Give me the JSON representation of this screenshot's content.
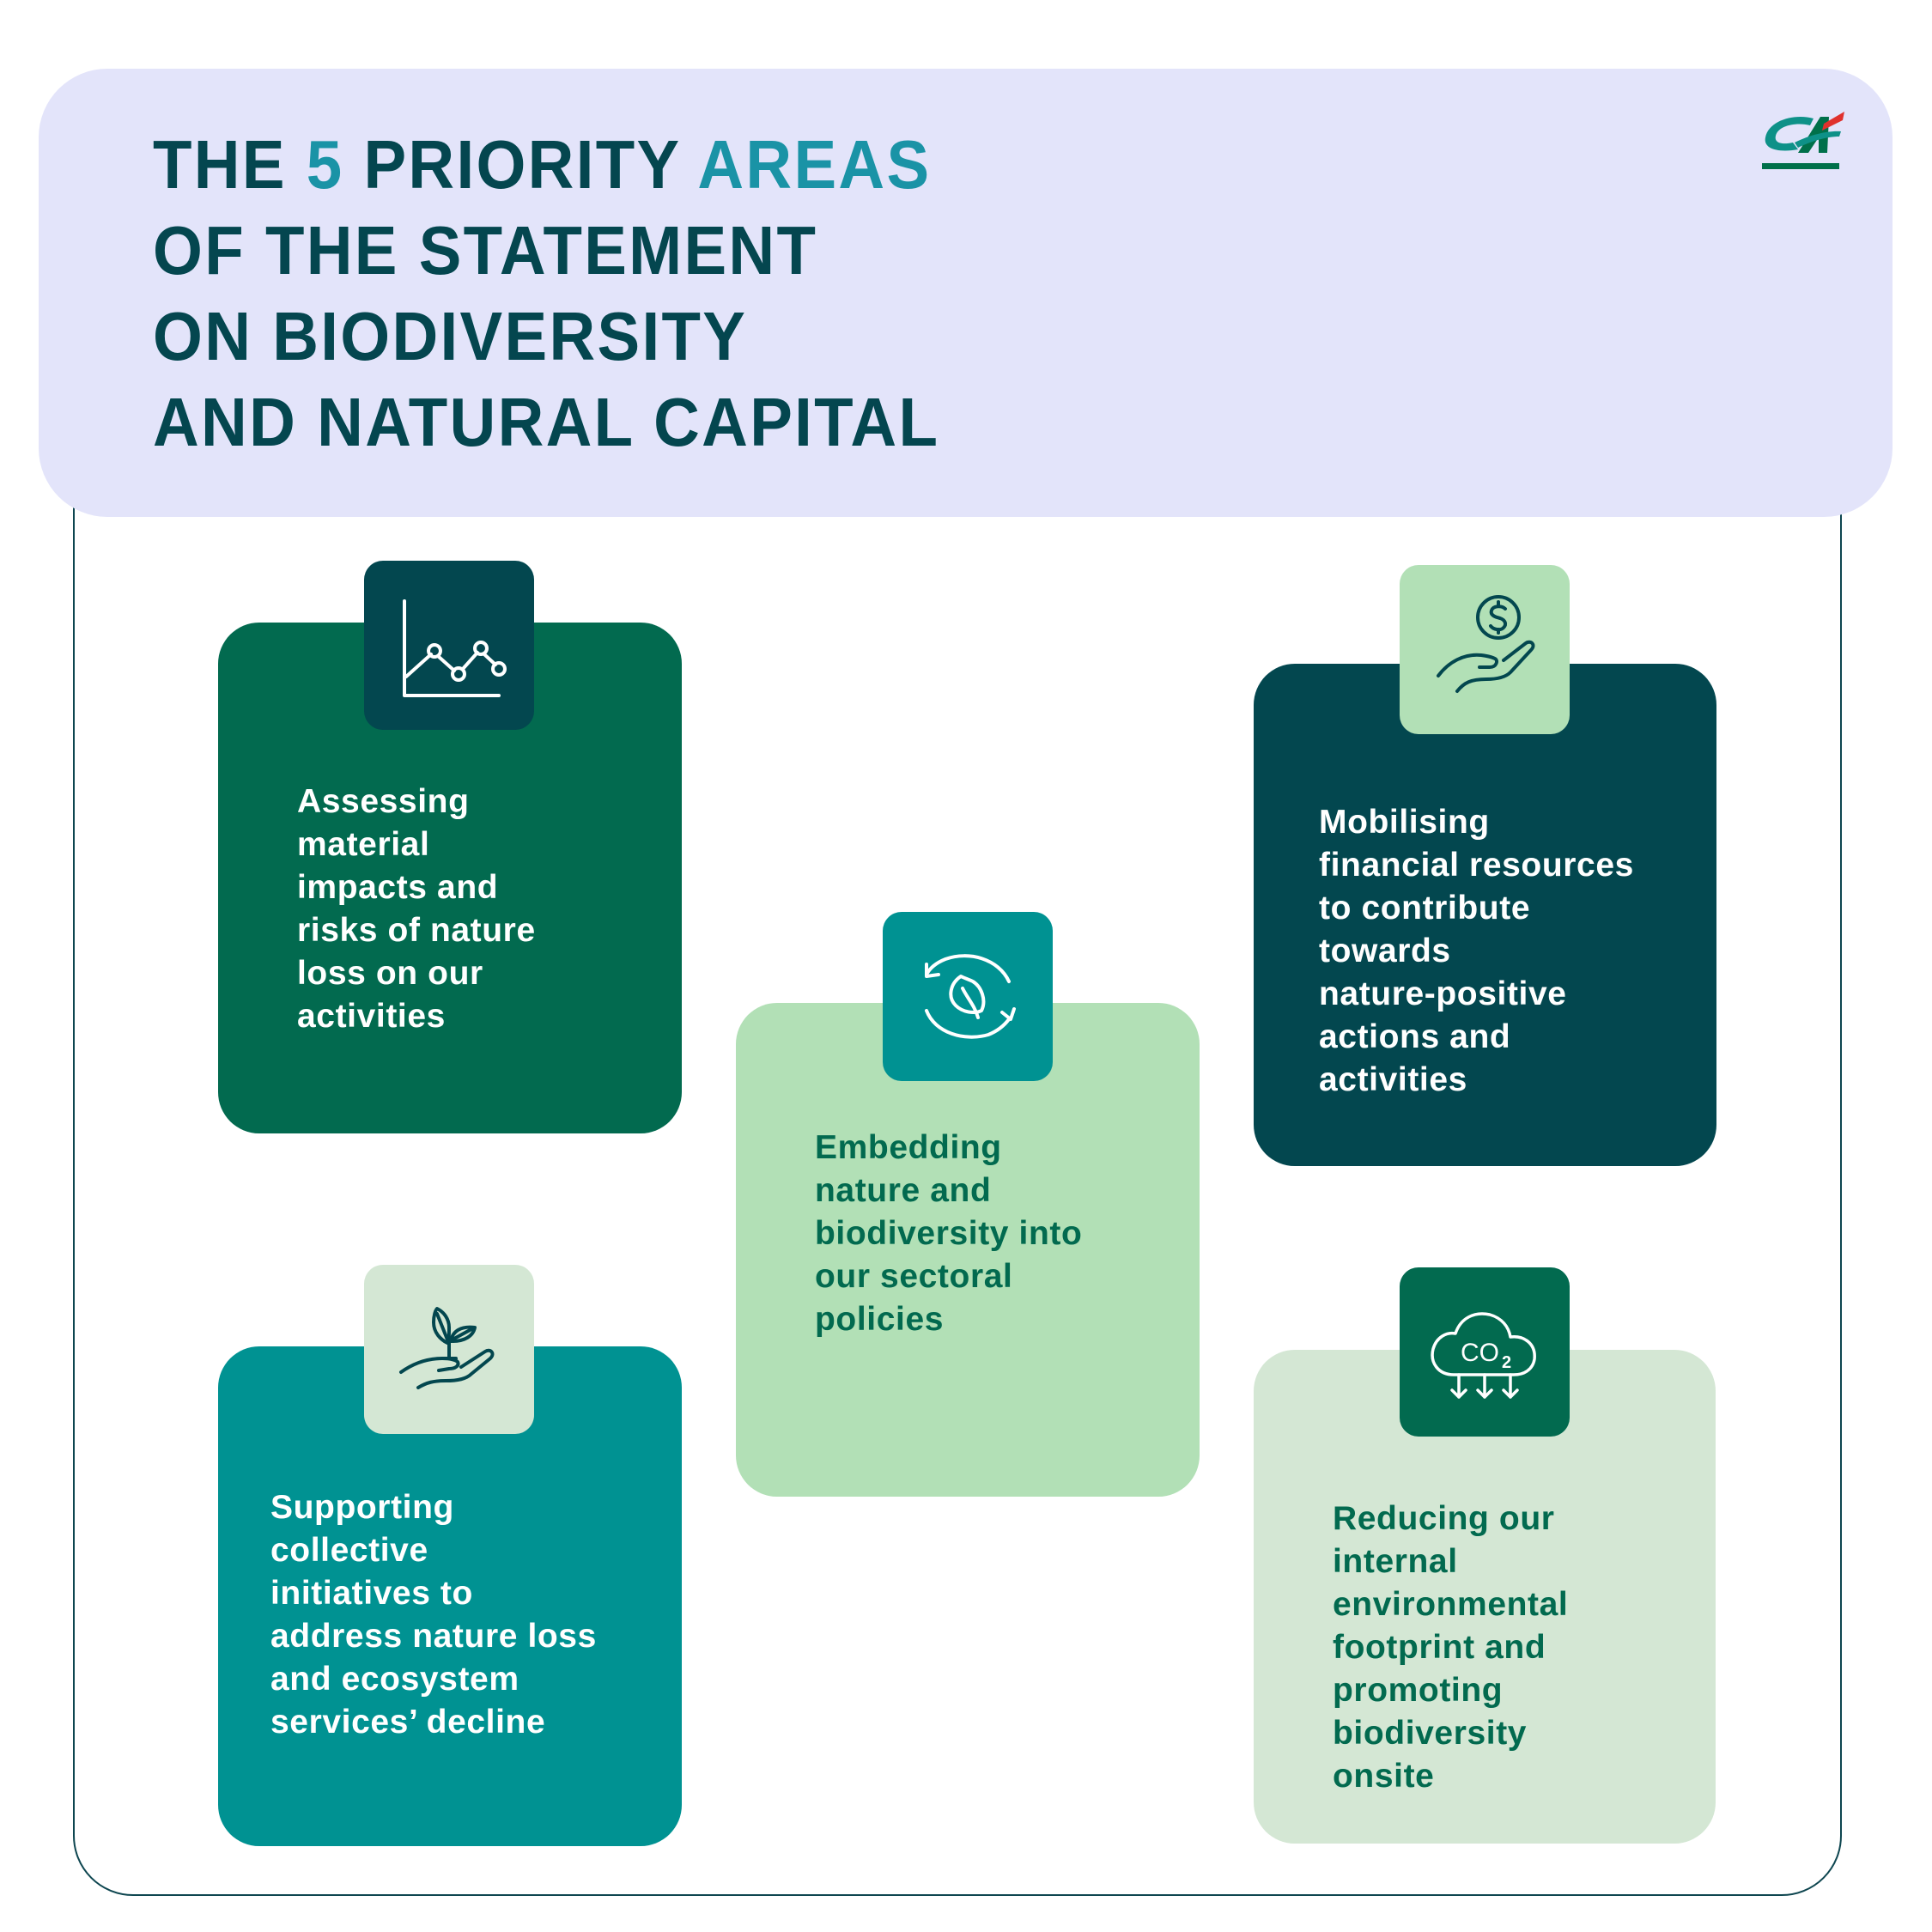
{
  "header": {
    "title_lines": [
      {
        "parts": [
          {
            "text": "THE ",
            "hl": false
          },
          {
            "text": "5",
            "hl": true
          },
          {
            "text": " PRIORITY ",
            "hl": false
          },
          {
            "text": "AREAS",
            "hl": true
          }
        ]
      },
      {
        "parts": [
          {
            "text": "OF THE STATEMENT",
            "hl": false
          }
        ]
      },
      {
        "parts": [
          {
            "text": "ON BIODIVERSITY",
            "hl": false
          }
        ]
      },
      {
        "parts": [
          {
            "text": "AND NATURAL CAPITAL",
            "hl": false
          }
        ]
      }
    ],
    "title_l1_a": "THE ",
    "title_l1_num": "5",
    "title_l1_b": " PRIORITY ",
    "title_l1_hl": "AREAS",
    "title_l2": "OF THE STATEMENT",
    "title_l3": "ON BIODIVERSITY",
    "title_l4": "AND NATURAL CAPITAL",
    "logo_text": "CA",
    "logo_icon": "credit-agricole-logo"
  },
  "colors": {
    "title_dark": "#04464f",
    "title_accent": "#1a93a6",
    "header_bg": "#e3e4fa",
    "frame_line": "#0e4650",
    "dark_green": "#026a4f",
    "dark_teal": "#03474f",
    "teal": "#009292",
    "light_green": "#b2e0b6",
    "pale_green": "#d4e7d4",
    "logo_teal": "#0e9188",
    "logo_green": "#00704a",
    "logo_red": "#e0312d"
  },
  "areas": [
    {
      "id": "assessing",
      "icon": "line-chart-icon",
      "text": "Assessing\nmaterial\nimpacts and\nrisks of nature\nloss on our\nactivities"
    },
    {
      "id": "embedding",
      "icon": "leaf-cycle-icon",
      "text": "Embedding\nnature and\nbiodiversity into\nour sectoral\npolicies"
    },
    {
      "id": "mobilising",
      "icon": "hand-dollar-icon",
      "text": "Mobilising\nfinancial resources\nto contribute\ntowards\nnature-positive\nactions and\nactivities"
    },
    {
      "id": "supporting",
      "icon": "hand-sprout-icon",
      "text": "Supporting\ncollective\ninitiatives to\naddress nature loss\nand ecosystem\nservices’ decline"
    },
    {
      "id": "reducing",
      "icon": "co2-cloud-icon",
      "icon_label": "CO",
      "icon_sub": "2",
      "text": "Reducing our\ninternal\nenvironmental\nfootprint and\npromoting\nbiodiversity\nonsite"
    }
  ]
}
